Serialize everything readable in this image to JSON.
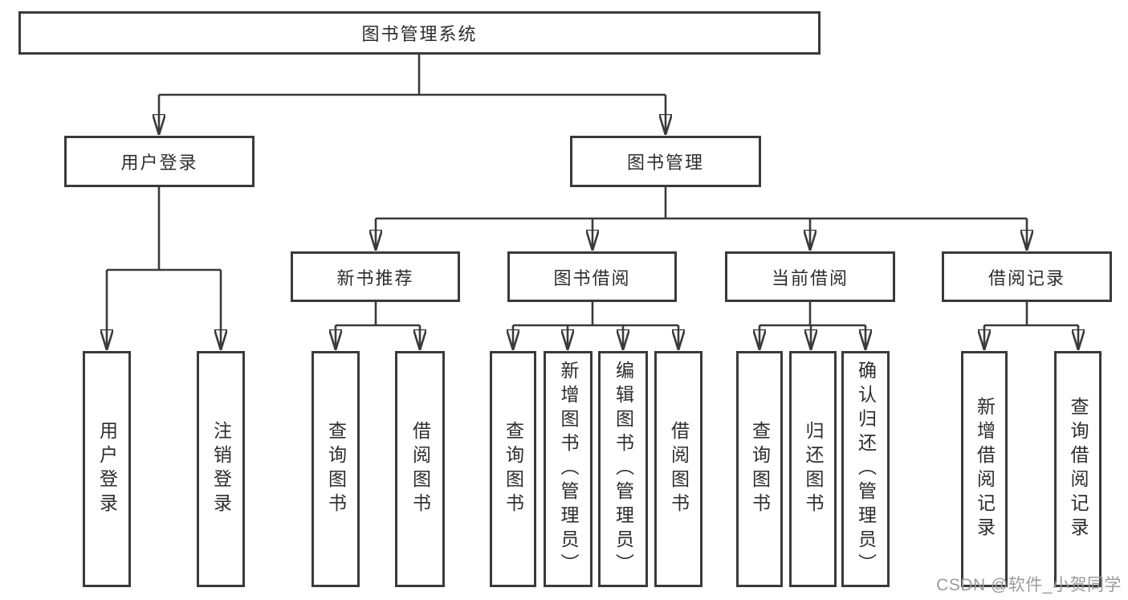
{
  "title": "图书管理系统",
  "watermark": "CSDN @软件_小贺同学",
  "colors": {
    "line": "#3a3a3a",
    "box_border": "#3a3a3a",
    "text": "#2d2d2d",
    "watermark": "#9b9b9b",
    "background": "#ffffff"
  },
  "tree": {
    "root": {
      "label": "图书管理系统"
    },
    "level2": [
      {
        "label": "用户登录"
      },
      {
        "label": "图书管理"
      }
    ],
    "level3": [
      {
        "label": "新书推荐"
      },
      {
        "label": "图书借阅"
      },
      {
        "label": "当前借阅"
      },
      {
        "label": "借阅记录"
      }
    ],
    "leaf_groups": [
      {
        "parent": "用户登录",
        "items": [
          {
            "label": "用户登录"
          },
          {
            "label": "注销登录"
          }
        ]
      },
      {
        "parent": "新书推荐",
        "items": [
          {
            "label": "查询图书"
          },
          {
            "label": "借阅图书"
          }
        ]
      },
      {
        "parent": "图书借阅",
        "items": [
          {
            "label": "查询图书"
          },
          {
            "label": "新增图书（管理员）"
          },
          {
            "label": "编辑图书（管理员）"
          },
          {
            "label": "借阅图书"
          }
        ]
      },
      {
        "parent": "当前借阅",
        "items": [
          {
            "label": "查询图书"
          },
          {
            "label": "归还图书"
          },
          {
            "label": "确认归还（管理员）"
          }
        ]
      },
      {
        "parent": "借阅记录",
        "items": [
          {
            "label": "新增借阅记录"
          },
          {
            "label": "查询借阅记录"
          }
        ]
      }
    ]
  }
}
